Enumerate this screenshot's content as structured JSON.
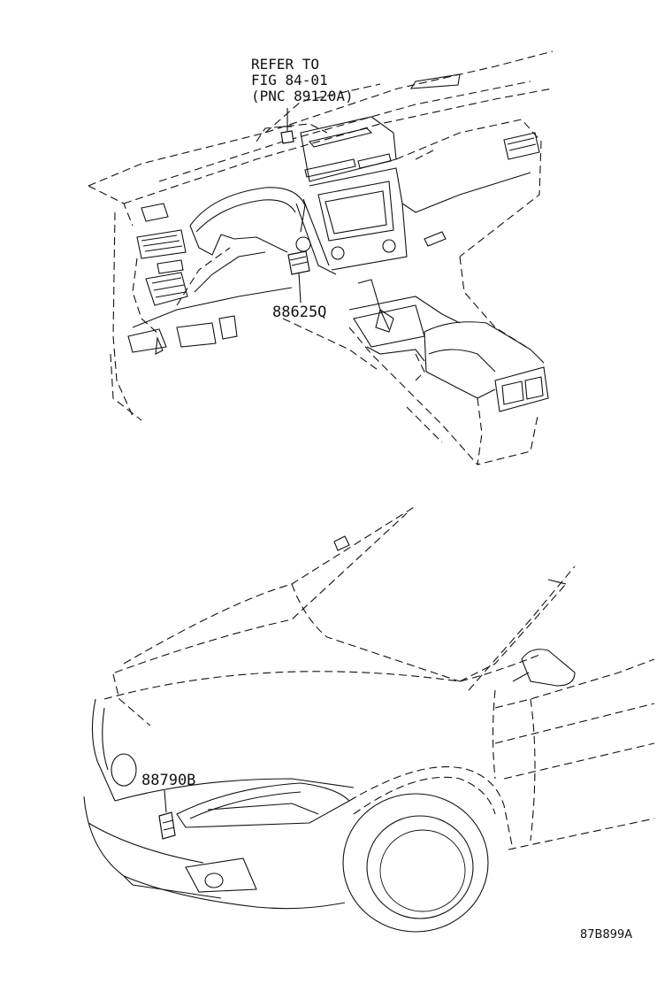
{
  "callouts": {
    "refer_line1": "REFER TO",
    "refer_line2": "FIG 84-01",
    "refer_line3": "(PNC 89120A)",
    "part_upper": "88625Q",
    "part_lower": "88790B"
  },
  "illustration_code": "87B899A"
}
